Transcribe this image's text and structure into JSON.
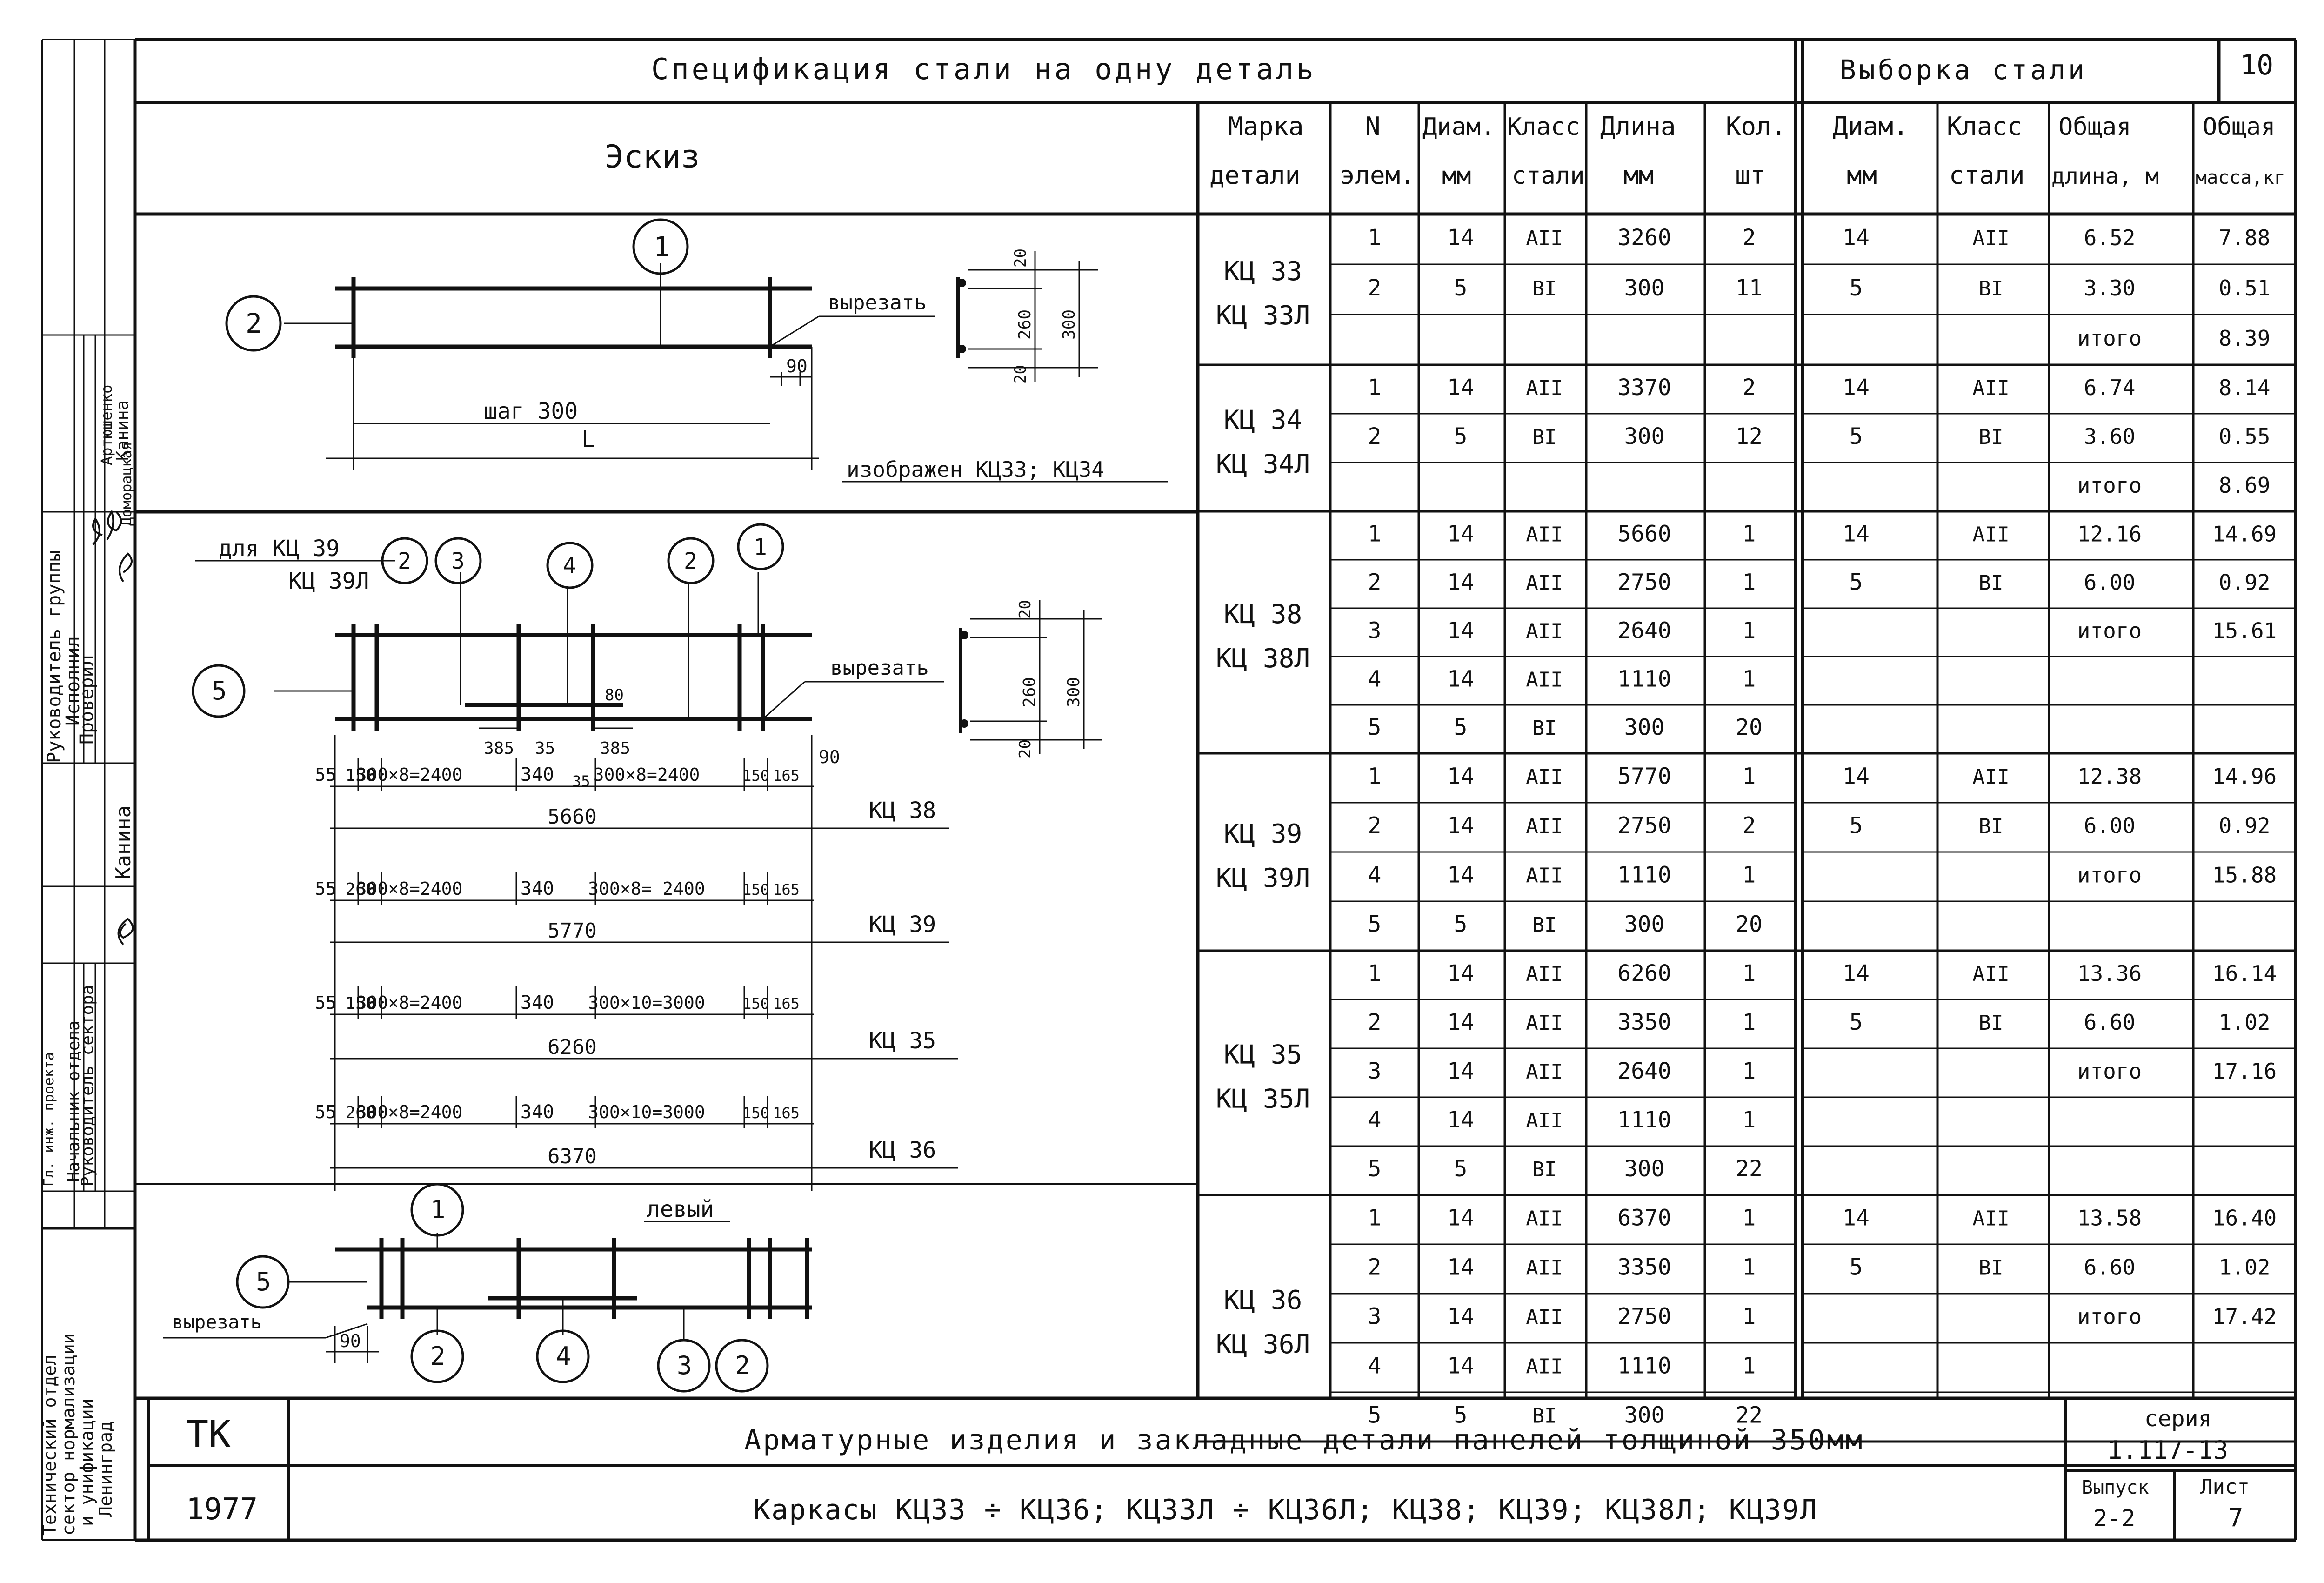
{
  "header": {
    "spec_title": "Спецификация стали на одну деталь",
    "sample_title": "Выборка стали",
    "corner_number": "10"
  },
  "columns": {
    "sketch": "Эскиз",
    "mark": [
      "Марка",
      "детали"
    ],
    "elem": [
      "N",
      "элем."
    ],
    "diam": [
      "Диам.",
      "мм"
    ],
    "steel_class": [
      "Класс",
      "стали"
    ],
    "length": [
      "Длина",
      "мм"
    ],
    "qty": [
      "Кол.",
      "шт"
    ],
    "s_diam": [
      "Диам.",
      "мм"
    ],
    "s_class": [
      "Класс",
      "стали"
    ],
    "s_total_len": [
      "Общая",
      "длина, м"
    ],
    "s_total_mass": [
      "Общая",
      "масса,кг"
    ]
  },
  "groups": [
    {
      "marks": [
        "КЦ 33",
        "КЦ 33Л"
      ],
      "rows": [
        {
          "n": "1",
          "d": "14",
          "cls": "AII",
          "len": "3260",
          "qty": "2"
        },
        {
          "n": "2",
          "d": "5",
          "cls": "BI",
          "len": "300",
          "qty": "11"
        }
      ],
      "sample": [
        {
          "d": "14",
          "cls": "AII",
          "total_len": "6.52",
          "mass": "7.88"
        },
        {
          "d": "5",
          "cls": "BI",
          "total_len": "3.30",
          "mass": "0.51"
        },
        {
          "d": "",
          "cls": "",
          "total_len": "итого",
          "mass": "8.39"
        }
      ]
    },
    {
      "marks": [
        "КЦ 34",
        "КЦ 34Л"
      ],
      "rows": [
        {
          "n": "1",
          "d": "14",
          "cls": "AII",
          "len": "3370",
          "qty": "2"
        },
        {
          "n": "2",
          "d": "5",
          "cls": "BI",
          "len": "300",
          "qty": "12"
        }
      ],
      "sample": [
        {
          "d": "14",
          "cls": "AII",
          "total_len": "6.74",
          "mass": "8.14"
        },
        {
          "d": "5",
          "cls": "BI",
          "total_len": "3.60",
          "mass": "0.55"
        },
        {
          "d": "",
          "cls": "",
          "total_len": "итого",
          "mass": "8.69"
        }
      ]
    },
    {
      "marks": [
        "КЦ 38",
        "КЦ 38Л"
      ],
      "rows": [
        {
          "n": "1",
          "d": "14",
          "cls": "AII",
          "len": "5660",
          "qty": "1"
        },
        {
          "n": "2",
          "d": "14",
          "cls": "AII",
          "len": "2750",
          "qty": "1"
        },
        {
          "n": "3",
          "d": "14",
          "cls": "AII",
          "len": "2640",
          "qty": "1"
        },
        {
          "n": "4",
          "d": "14",
          "cls": "AII",
          "len": "1110",
          "qty": "1"
        },
        {
          "n": "5",
          "d": "5",
          "cls": "BI",
          "len": "300",
          "qty": "20"
        }
      ],
      "sample": [
        {
          "d": "14",
          "cls": "AII",
          "total_len": "12.16",
          "mass": "14.69"
        },
        {
          "d": "5",
          "cls": "BI",
          "total_len": "6.00",
          "mass": "0.92"
        },
        {
          "d": "",
          "cls": "",
          "total_len": "итого",
          "mass": "15.61"
        }
      ]
    },
    {
      "marks": [
        "КЦ 39",
        "КЦ 39Л"
      ],
      "rows": [
        {
          "n": "1",
          "d": "14",
          "cls": "AII",
          "len": "5770",
          "qty": "1"
        },
        {
          "n": "2",
          "d": "14",
          "cls": "AII",
          "len": "2750",
          "qty": "2"
        },
        {
          "n": "4",
          "d": "14",
          "cls": "AII",
          "len": "1110",
          "qty": "1"
        },
        {
          "n": "5",
          "d": "5",
          "cls": "BI",
          "len": "300",
          "qty": "20"
        }
      ],
      "sample": [
        {
          "d": "14",
          "cls": "AII",
          "total_len": "12.38",
          "mass": "14.96"
        },
        {
          "d": "5",
          "cls": "BI",
          "total_len": "6.00",
          "mass": "0.92"
        },
        {
          "d": "",
          "cls": "",
          "total_len": "итого",
          "mass": "15.88"
        }
      ]
    },
    {
      "marks": [
        "КЦ 35",
        "КЦ 35Л"
      ],
      "rows": [
        {
          "n": "1",
          "d": "14",
          "cls": "AII",
          "len": "6260",
          "qty": "1"
        },
        {
          "n": "2",
          "d": "14",
          "cls": "AII",
          "len": "3350",
          "qty": "1"
        },
        {
          "n": "3",
          "d": "14",
          "cls": "AII",
          "len": "2640",
          "qty": "1"
        },
        {
          "n": "4",
          "d": "14",
          "cls": "AII",
          "len": "1110",
          "qty": "1"
        },
        {
          "n": "5",
          "d": "5",
          "cls": "BI",
          "len": "300",
          "qty": "22"
        }
      ],
      "sample": [
        {
          "d": "14",
          "cls": "AII",
          "total_len": "13.36",
          "mass": "16.14"
        },
        {
          "d": "5",
          "cls": "BI",
          "total_len": "6.60",
          "mass": "1.02"
        },
        {
          "d": "",
          "cls": "",
          "total_len": "итого",
          "mass": "17.16"
        }
      ]
    },
    {
      "marks": [
        "КЦ 36",
        "КЦ 36Л"
      ],
      "rows": [
        {
          "n": "1",
          "d": "14",
          "cls": "AII",
          "len": "6370",
          "qty": "1"
        },
        {
          "n": "2",
          "d": "14",
          "cls": "AII",
          "len": "3350",
          "qty": "1"
        },
        {
          "n": "3",
          "d": "14",
          "cls": "AII",
          "len": "2750",
          "qty": "1"
        },
        {
          "n": "4",
          "d": "14",
          "cls": "AII",
          "len": "1110",
          "qty": "1"
        },
        {
          "n": "5",
          "d": "5",
          "cls": "BI",
          "len": "300",
          "qty": "22"
        }
      ],
      "sample": [
        {
          "d": "14",
          "cls": "AII",
          "total_len": "13.58",
          "mass": "16.40"
        },
        {
          "d": "5",
          "cls": "BI",
          "total_len": "6.60",
          "mass": "1.02"
        },
        {
          "d": "",
          "cls": "",
          "total_len": "итого",
          "mass": "17.42"
        }
      ]
    }
  ],
  "sketch": {
    "s1": {
      "cut_label": "вырезать",
      "step_label": "шаг 300",
      "length_label": "L",
      "dim_90": "90",
      "shown_label": "изображен КЦ33; КЦ34",
      "callouts": [
        "1",
        "2"
      ],
      "section_dims": [
        "20",
        "260",
        "300",
        "20"
      ]
    },
    "s2": {
      "for_label_1": "для КЦ 39",
      "for_label_2": "КЦ 39Л",
      "callouts": [
        "2",
        "3",
        "4",
        "2",
        "1",
        "5"
      ],
      "cut_label": "вырезать",
      "dim_80": "80",
      "dim_385a": "385",
      "dim_35a": "35",
      "dim_385b": "385",
      "dim_35b": "35",
      "dim_90": "90",
      "section_dims": [
        "20",
        "260",
        "300",
        "20"
      ],
      "lines": [
        {
          "dims": [
            "55",
            "150",
            "300×8=2400",
            "340",
            "300×8=2400",
            "150",
            "165"
          ],
          "total": "5660",
          "mark": "КЦ 38"
        },
        {
          "dims": [
            "55",
            "260",
            "300×8=2400",
            "340",
            "300×8= 2400",
            "150",
            "165"
          ],
          "total": "5770",
          "mark": "КЦ 39"
        },
        {
          "dims": [
            "55",
            "150",
            "300×8=2400",
            "340",
            "300×10=3000",
            "150",
            "165"
          ],
          "total": "6260",
          "mark": "КЦ 35"
        },
        {
          "dims": [
            "55",
            "260",
            "300×8=2400",
            "340",
            "300×10=3000",
            "150",
            "165"
          ],
          "total": "6370",
          "mark": "КЦ 36"
        }
      ]
    },
    "s3": {
      "left_label": "левый",
      "cut_label": "вырезать",
      "dim_90": "90",
      "callouts": [
        "1",
        "5",
        "2",
        "4",
        "3",
        "2"
      ]
    }
  },
  "side_strip": {
    "names": [
      "Канина",
      "Артюшенко",
      "Доморацкая"
    ],
    "roles": [
      "Руководитель группы",
      "Исполнил",
      "Проверил"
    ],
    "approver": "Канина",
    "roles2": [
      "Начальник отдела",
      "Руководитель сектора"
    ],
    "org": [
      "Технический отдел",
      "сектор нормализации",
      "и унификации",
      "Ленинград"
    ],
    "faded": "Гл. инж. проекта"
  },
  "title_block": {
    "code": "ТК",
    "year": "1977",
    "title": "Арматурные изделия и закладные детали панелей толщиной 350мм",
    "subtitle": "Каркасы КЦ33 ÷ КЦ36; КЦ33Л ÷ КЦ36Л; КЦ38; КЦ39; КЦ38Л; КЦ39Л",
    "series_label": "серия",
    "series_value": "1.117-13",
    "issue_label": "Выпуск",
    "issue_value": "2-2",
    "sheet_label": "Лист",
    "sheet_value": "7"
  }
}
